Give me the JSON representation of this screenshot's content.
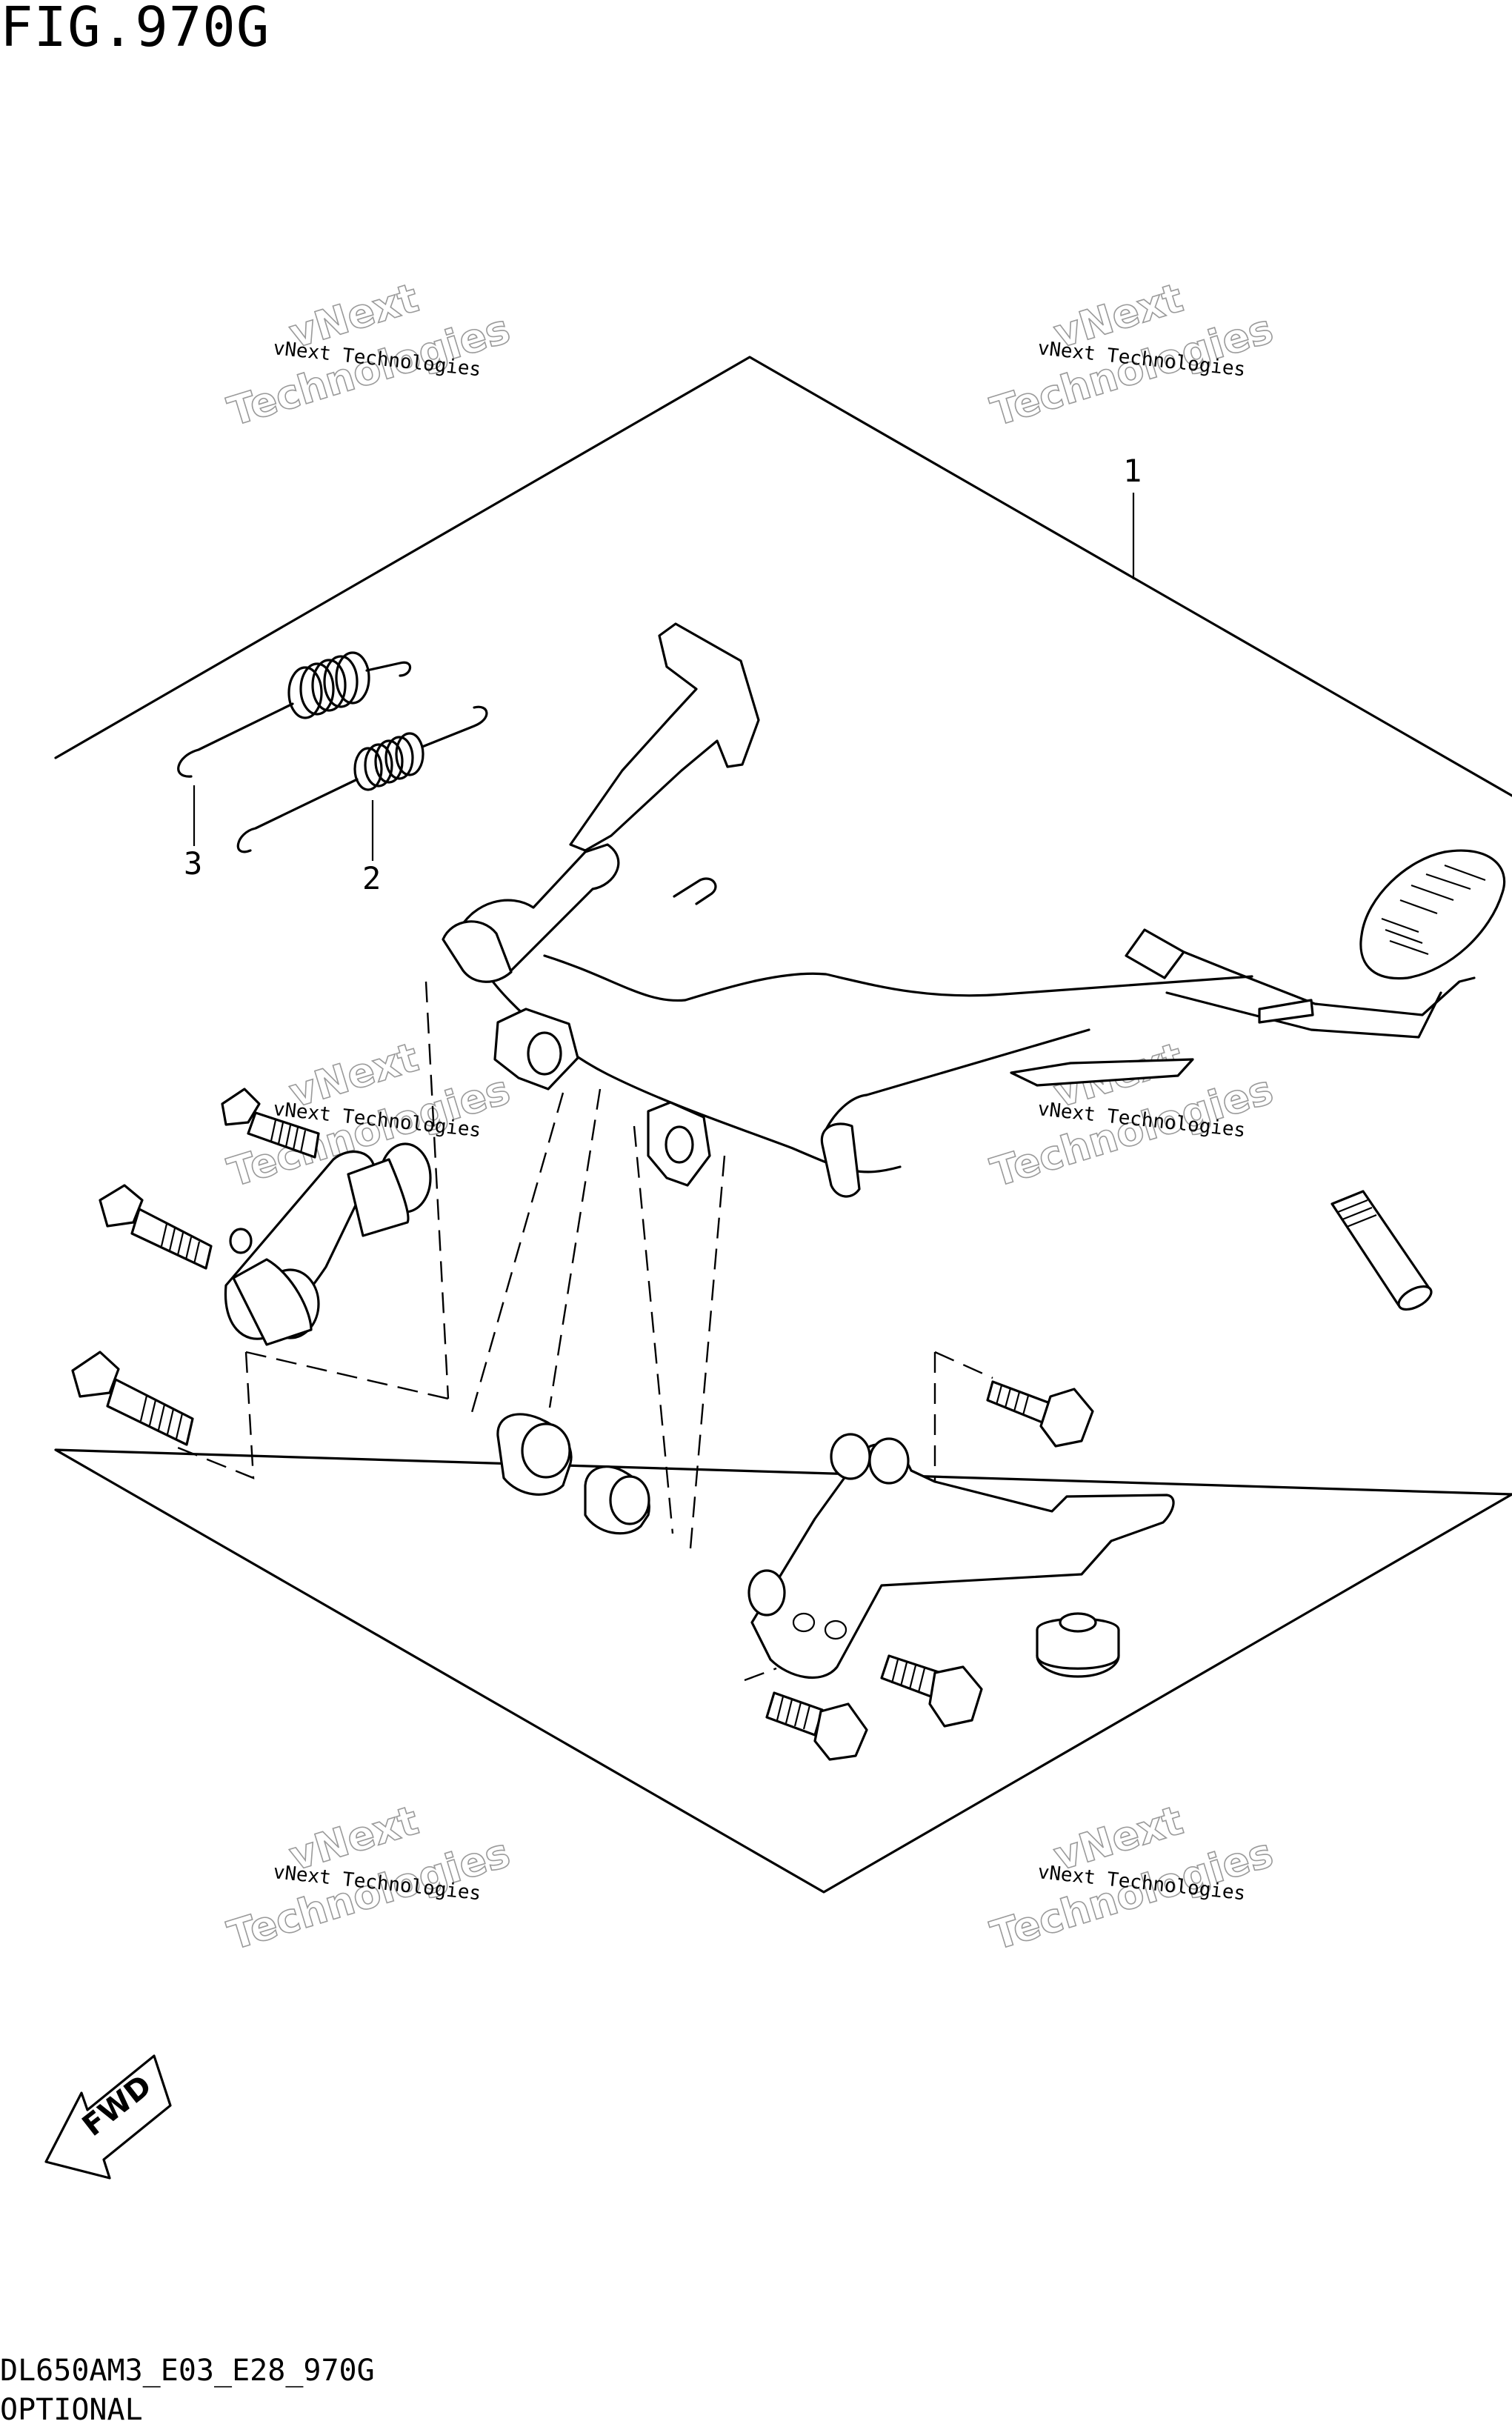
{
  "figure": {
    "title": "FIG.970G"
  },
  "footer": {
    "model_code": "DL650AM3_E03_E28_970G",
    "note": "OPTIONAL"
  },
  "callouts": [
    {
      "id": "1",
      "label": "1"
    },
    {
      "id": "2",
      "label": "2"
    },
    {
      "id": "3",
      "label": "3"
    }
  ],
  "watermark": {
    "line1": "vNext Technologies",
    "line2": "vNext",
    "line3": "Technologies"
  },
  "direction_badge": {
    "label": "FWD"
  }
}
